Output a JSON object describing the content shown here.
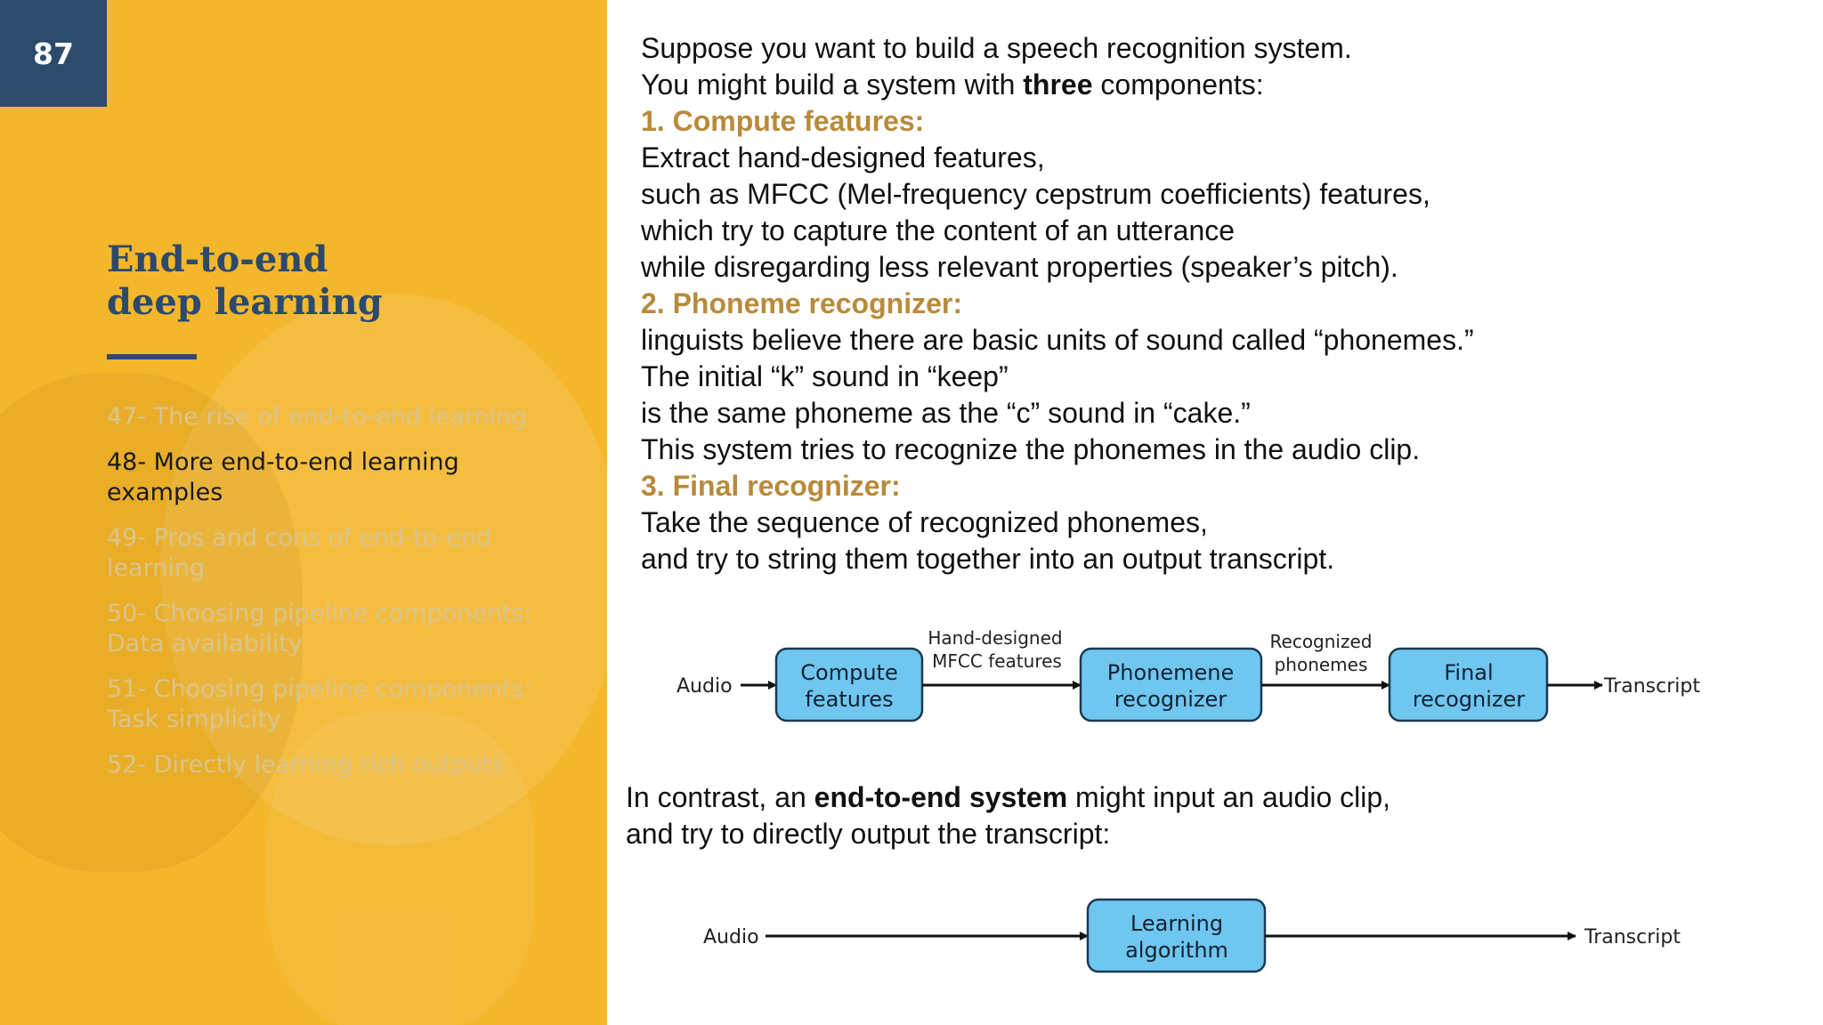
{
  "page": {
    "number": "87"
  },
  "section": {
    "title_line1": "End-to-end",
    "title_line2": "deep learning"
  },
  "toc": [
    {
      "text": "47- The rise of end-to-end learning",
      "active": false
    },
    {
      "text": "48- More end-to-end learning examples",
      "active": true
    },
    {
      "text": "49- Pros and cons of end-to-end learning",
      "active": false
    },
    {
      "text": "50- Choosing pipeline components: Data availability",
      "active": false
    },
    {
      "text": "51- Choosing pipeline components: Task simplicity",
      "active": false
    },
    {
      "text": "52- Directly learning rich outputs",
      "active": false
    }
  ],
  "content": {
    "line1": "Suppose you want to build a speech recognition system.",
    "line2_pre": "You might build a system with ",
    "line2_bold": "three",
    "line2_post": " components:",
    "h1": "1. Compute features:",
    "p1": [
      "Extract hand-designed features,",
      "such as MFCC (Mel-frequency cepstrum coefficients) features,",
      "which try to capture the content of an utterance",
      "while disregarding less relevant properties (speaker’s pitch)."
    ],
    "h2": "2. Phoneme recognizer:",
    "p2": [
      "linguists believe there are basic units of sound called “phonemes.”",
      "The initial “k” sound in “keep”",
      "is the same phoneme as the “c” sound in “cake.”",
      "This system tries to recognize the phonemes in the audio clip."
    ],
    "h3": "3. Final recognizer:",
    "p3": [
      "Take the sequence of recognized phonemes,",
      "and try to string them together into an output transcript."
    ],
    "contrast_pre": "In contrast, an ",
    "contrast_bold": "end-to-end system",
    "contrast_post": " might input an audio clip,",
    "contrast_line2": "and try to directly output the transcript:"
  },
  "diagram1": {
    "input": "Audio",
    "box1": [
      "Compute",
      "features"
    ],
    "edge1": [
      "Hand-designed",
      "MFCC features"
    ],
    "box2": [
      "Phonemene",
      "recognizer"
    ],
    "edge2": [
      "Recognized",
      "phonemes"
    ],
    "box3": [
      "Final",
      "recognizer"
    ],
    "output": "Transcript",
    "box_color": "#6fc6ef"
  },
  "diagram2": {
    "input": "Audio",
    "box": [
      "Learning",
      "algorithm"
    ],
    "output": "Transcript",
    "box_color": "#6fc6ef"
  },
  "colors": {
    "panel": "#f4b62b",
    "navy": "#2c4a6c",
    "heading": "#b88a3a"
  }
}
